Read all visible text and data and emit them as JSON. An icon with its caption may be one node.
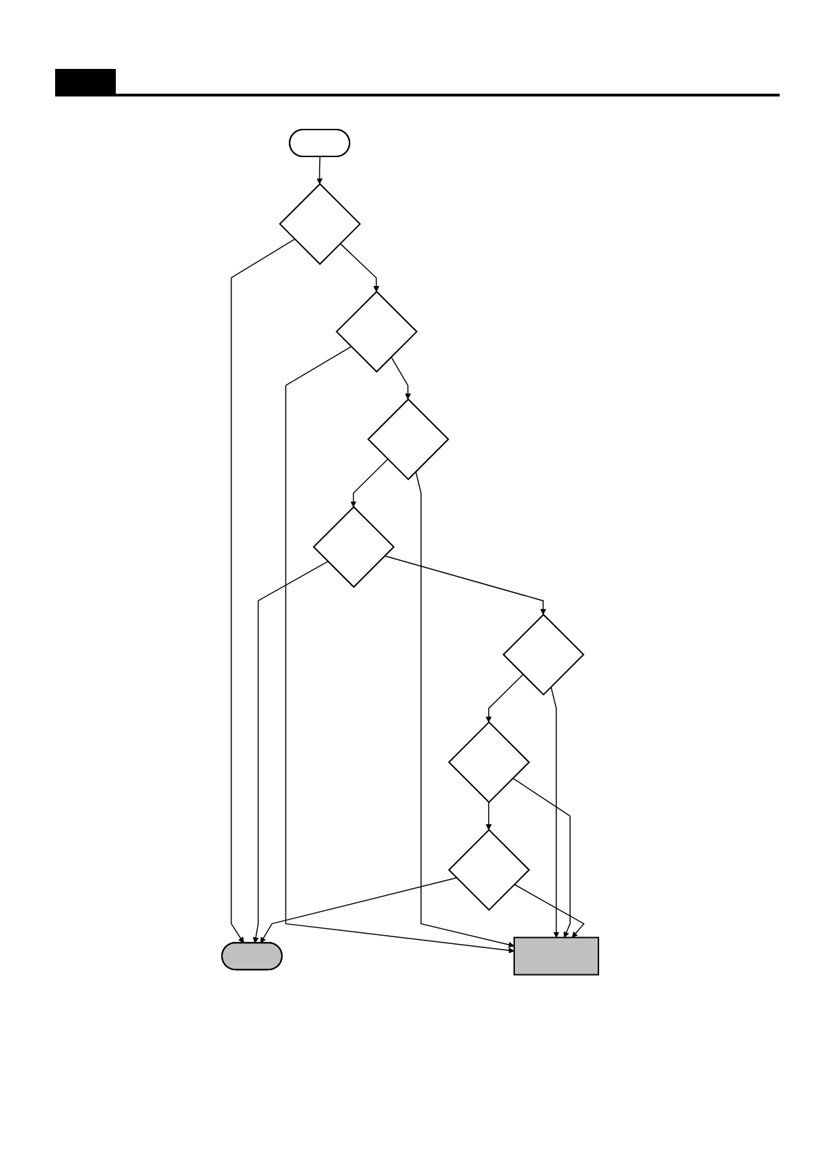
{
  "diagram": {
    "nodes": [
      {
        "text": [],
        "shape": "oval"
      },
      {
        "text": [],
        "shape": "diamond"
      },
      {
        "text": [],
        "shape": "diamond"
      },
      {
        "text": [],
        "shape": "diamond"
      },
      {
        "text": [],
        "shape": "diamond"
      },
      {
        "text": [],
        "shape": "diamond"
      },
      {
        "text": [],
        "shape": "diamond"
      },
      {
        "text": [],
        "shape": "diamond"
      },
      {
        "text": [],
        "shape": "box"
      },
      {
        "text": [],
        "shape": "oval"
      }
    ],
    "edges": [
      {
        "from": 0,
        "to": 1,
        "arrow": "to"
      },
      {
        "from": 1,
        "to": 2,
        "arrow": "to"
      },
      {
        "from": 1,
        "to": 9,
        "arrow": "to"
      },
      {
        "from": 2,
        "to": 3,
        "arrow": "to"
      },
      {
        "from": 2,
        "to": 8,
        "arrow": "to"
      },
      {
        "from": 3,
        "to": 4,
        "arrow": "to"
      },
      {
        "from": 3,
        "to": 8,
        "arrow": "to"
      },
      {
        "from": 4,
        "to": 5,
        "arrow": "to"
      },
      {
        "from": 4,
        "to": 9,
        "arrow": "to"
      },
      {
        "from": 5,
        "to": 6,
        "arrow": "to"
      },
      {
        "from": 5,
        "to": 8,
        "arrow": "to"
      },
      {
        "from": 6,
        "to": 7,
        "arrow": "to"
      },
      {
        "from": 6,
        "to": 8,
        "arrow": "to"
      },
      {
        "from": 7,
        "to": 9,
        "arrow": "to"
      },
      {
        "from": 7,
        "to": 8,
        "arrow": "to"
      }
    ]
  }
}
